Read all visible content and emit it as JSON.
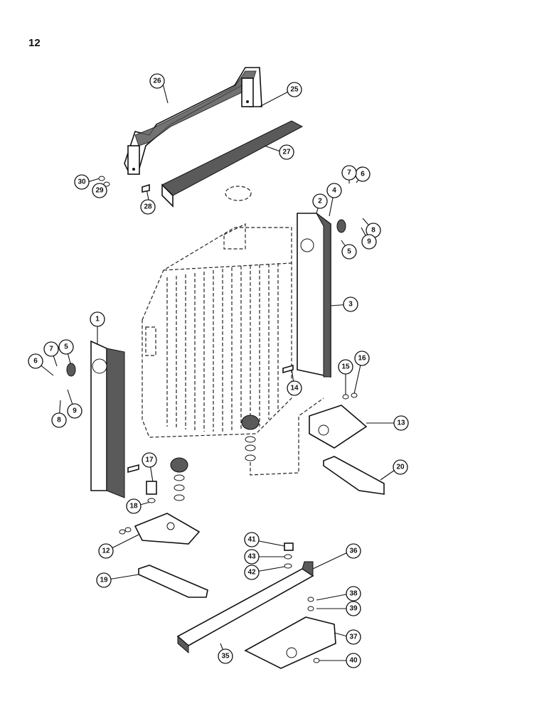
{
  "page_number": "12",
  "callouts": [
    "1",
    "2",
    "3",
    "4",
    "5",
    "6",
    "7",
    "8",
    "9",
    "12",
    "13",
    "14",
    "15",
    "16",
    "17",
    "18",
    "19",
    "20",
    "25",
    "26",
    "27",
    "28",
    "29",
    "30",
    "35",
    "36",
    "37",
    "38",
    "39",
    "40",
    "41",
    "42",
    "43"
  ],
  "colors": {
    "ink": "#111111",
    "foam": "#5a5a5a",
    "paper": "#ffffff"
  }
}
